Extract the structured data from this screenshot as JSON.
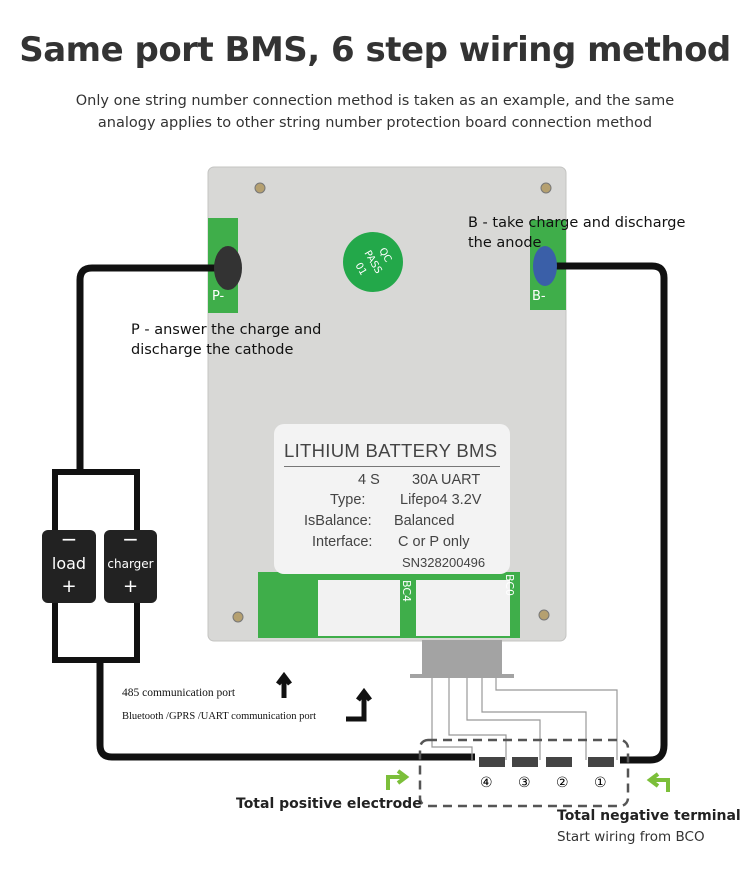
{
  "title": "Same port BMS, 6 step wiring method",
  "subtitle": [
    "Only one string number connection method is taken as an example, and the same",
    "analogy applies to other string number protection board connection method"
  ],
  "labels": {
    "b_terminal": [
      "B - take charge and discharge",
      "the anode"
    ],
    "p_terminal": [
      "P - answer the charge and",
      "discharge the cathode"
    ],
    "port_485": "485 communication port",
    "port_bt": "Bluetooth /GPRS /UART communication port",
    "total_positive": "Total positive electrode",
    "total_negative": "Total negative terminal",
    "start_wiring": "Start wiring from BCO"
  },
  "board": {
    "qc_stamp": [
      "QC",
      "PASS",
      "01"
    ],
    "pad_p": "P-",
    "pad_b": "B-",
    "silk_bc4": "BC4",
    "silk_bc0": "BC0",
    "sticker": {
      "heading": "LITHIUM BATTERY BMS",
      "spec_left": "4  S",
      "spec_right": "30A UART",
      "type_label": "Type:",
      "type_value": "Lifepo4 3.2V",
      "balance_label": "IsBalance:",
      "balance_value": "Balanced",
      "interface_label": "Interface:",
      "interface_value": "C or P only",
      "serial": "SN328200496"
    }
  },
  "devices": {
    "load": {
      "minus": "−",
      "name": "load",
      "plus": "+"
    },
    "charger": {
      "minus": "−",
      "name": "charger",
      "plus": "+"
    }
  },
  "cells": [
    "④",
    "③",
    "②",
    "①"
  ],
  "colors": {
    "wire": "#111111",
    "board": "#d6d6d4",
    "pcb": "#3fae4a",
    "arrow_green": "#7cbf3a",
    "dashed": "#555555"
  }
}
